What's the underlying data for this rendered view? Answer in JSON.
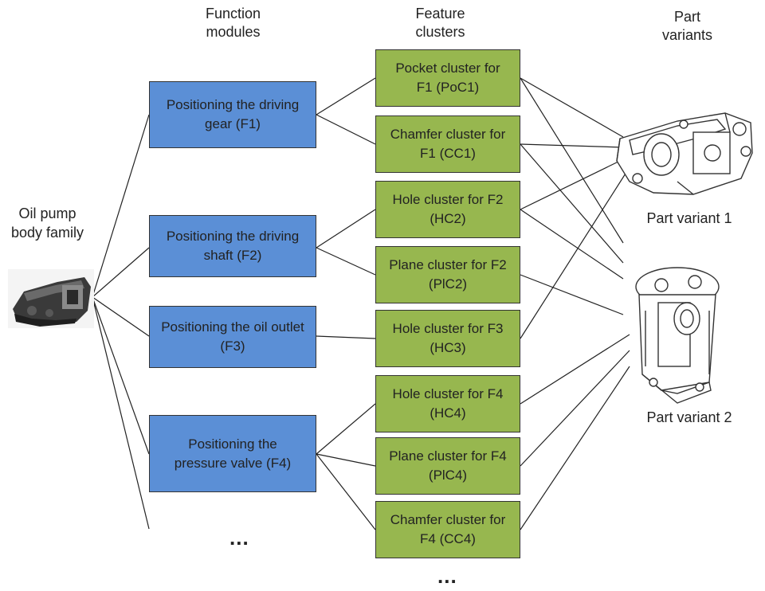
{
  "headers": {
    "function_modules": "Function\nmodules",
    "feature_clusters": "Feature\nclusters",
    "part_variants": "Part\nvariants"
  },
  "family": {
    "label": "Oil pump\nbody family"
  },
  "function_modules": [
    {
      "id": "F1",
      "label": "Positioning the driving gear (F1)"
    },
    {
      "id": "F2",
      "label": "Positioning the driving shaft (F2)"
    },
    {
      "id": "F3",
      "label": "Positioning the oil outlet (F3)"
    },
    {
      "id": "F4",
      "label": "Positioning the pressure valve (F4)"
    }
  ],
  "feature_clusters": [
    {
      "id": "PoC1",
      "label": "Pocket cluster for F1 (PoC1)"
    },
    {
      "id": "CC1",
      "label": "Chamfer cluster for F1 (CC1)"
    },
    {
      "id": "HC2",
      "label": "Hole cluster for F2 (HC2)"
    },
    {
      "id": "PlC2",
      "label": "Plane cluster for F2 (PlC2)"
    },
    {
      "id": "HC3",
      "label": "Hole cluster for F3 (HC3)"
    },
    {
      "id": "HC4",
      "label": "Hole cluster for F4 (HC4)"
    },
    {
      "id": "PlC4",
      "label": "Plane cluster for F4 (PlC4)"
    },
    {
      "id": "CC4",
      "label": "Chamfer cluster for F4 (CC4)"
    }
  ],
  "part_variants": [
    {
      "label": "Part variant 1"
    },
    {
      "label": "Part variant 2"
    }
  ],
  "ellipsis": {
    "modules": "...",
    "clusters": "..."
  }
}
